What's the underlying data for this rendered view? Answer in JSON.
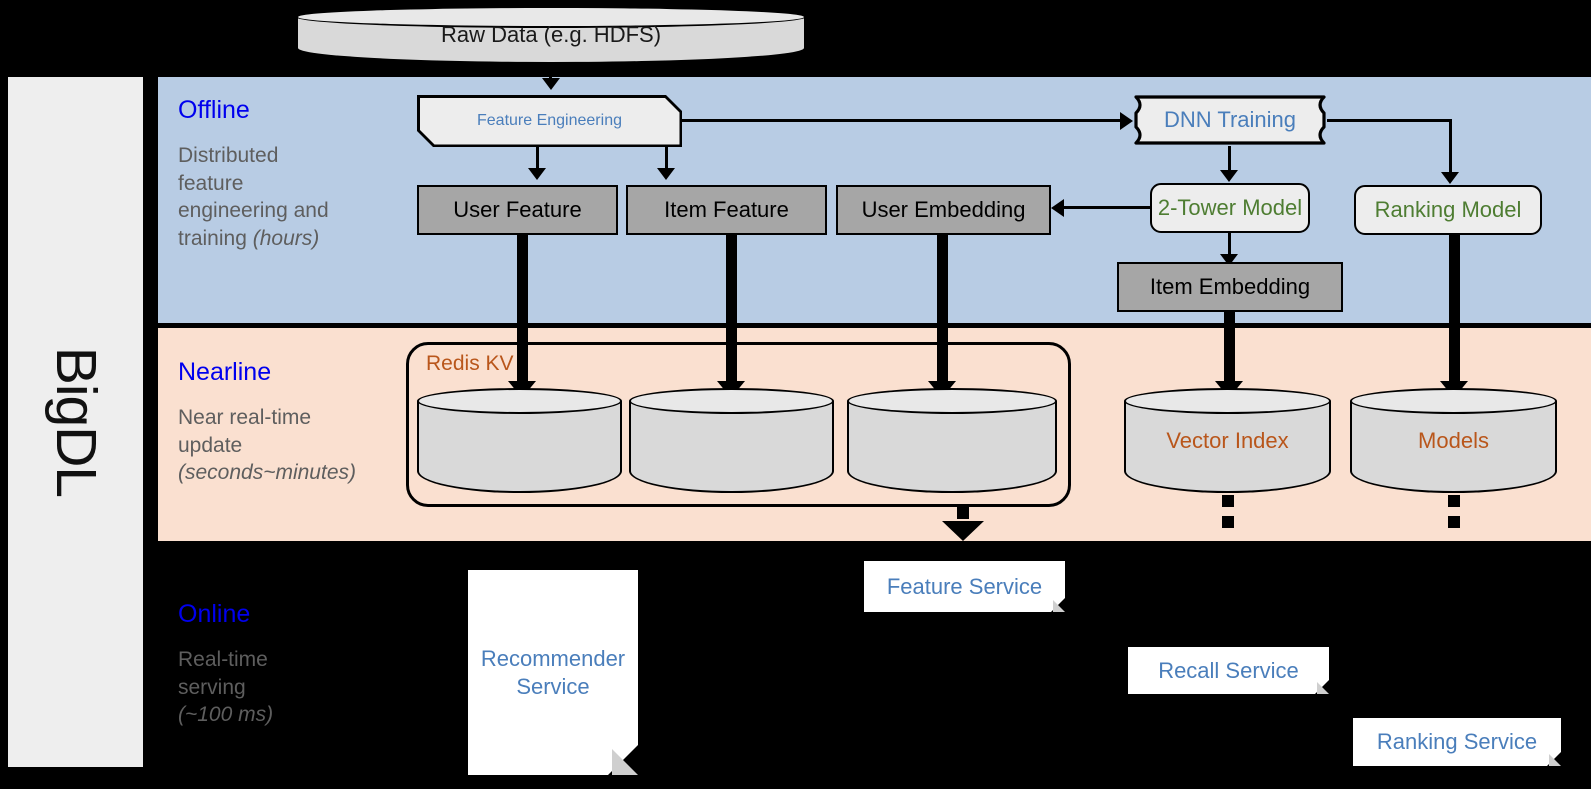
{
  "framework": {
    "label": "BigDL"
  },
  "source": {
    "raw_data_label": "Raw Data (e.g. HDFS)"
  },
  "bands": {
    "offline": {
      "title": "Offline",
      "subtitle_line1": "Distributed",
      "subtitle_line2": "feature",
      "subtitle_line3": "engineering and",
      "subtitle_line4": "training ",
      "subtitle_italic": "(hours)",
      "bg_color": "#b8cce4",
      "title_color": "#0000ee"
    },
    "nearline": {
      "title": "Nearline",
      "subtitle_line1": "Near real-time",
      "subtitle_line2": "update",
      "subtitle_italic": "(seconds~minutes)",
      "bg_color": "#fae0d0",
      "title_color": "#0000ee"
    },
    "online": {
      "title": "Online",
      "subtitle_line1": "Real-time",
      "subtitle_line2": "serving",
      "subtitle_italic": "(~100 ms)",
      "bg_color": "#000000",
      "title_color": "#0000ee"
    }
  },
  "offline_nodes": {
    "feature_engineering": "Feature Engineering",
    "dnn_training": "DNN Training",
    "user_feature": "User Feature",
    "item_feature": "Item Feature",
    "user_embedding": "User Embedding",
    "two_tower_model": "2-Tower Model",
    "ranking_model": "Ranking Model",
    "item_embedding": "Item Embedding"
  },
  "nearline_nodes": {
    "redis_group_label": "Redis KV",
    "kv_store_1": "",
    "kv_store_2": "",
    "kv_store_3": "",
    "vector_index": "Vector Index",
    "models": "Models"
  },
  "online_nodes": {
    "recommender_service_line1": "Recommender",
    "recommender_service_line2": "Service",
    "feature_service": "Feature Service",
    "recall_service": "Recall Service",
    "ranking_service": "Ranking Service"
  },
  "colors": {
    "blue_text": "#4a7ebb",
    "green_text": "#4e7d32",
    "brown_text": "#b9561b",
    "gray_box": "#a6a6a6",
    "light_box": "#ededed",
    "cylinder": "#d9d9d9",
    "sidebar": "#eeeeee",
    "subtitle_gray": "#5e5e5e"
  }
}
